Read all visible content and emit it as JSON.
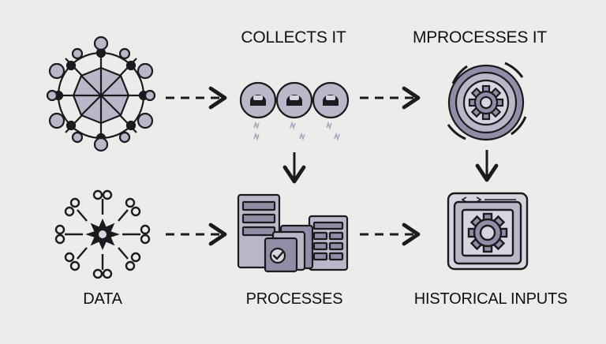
{
  "labels": {
    "collects": "COLLECTS IT",
    "mprocesses": "MPROCESSES IT",
    "data": "DATA",
    "processes": "PROCESSES",
    "historical": "HISTORICAL INPUTS"
  },
  "colors": {
    "stroke": "#1b1b1f",
    "fill_light": "#b9b8c9",
    "fill_mid": "#8f8ea6",
    "fill_pale": "#d6d5e0",
    "background": "#ececeb",
    "accent_glyph": "#a8a7bc"
  },
  "icons": {
    "network": "network-hub-icon",
    "collectors": "user-nodes-icon",
    "processor": "gear-ring-icon",
    "data": "data-burst-icon",
    "servers": "server-stack-icon",
    "history": "gear-panel-icon"
  }
}
